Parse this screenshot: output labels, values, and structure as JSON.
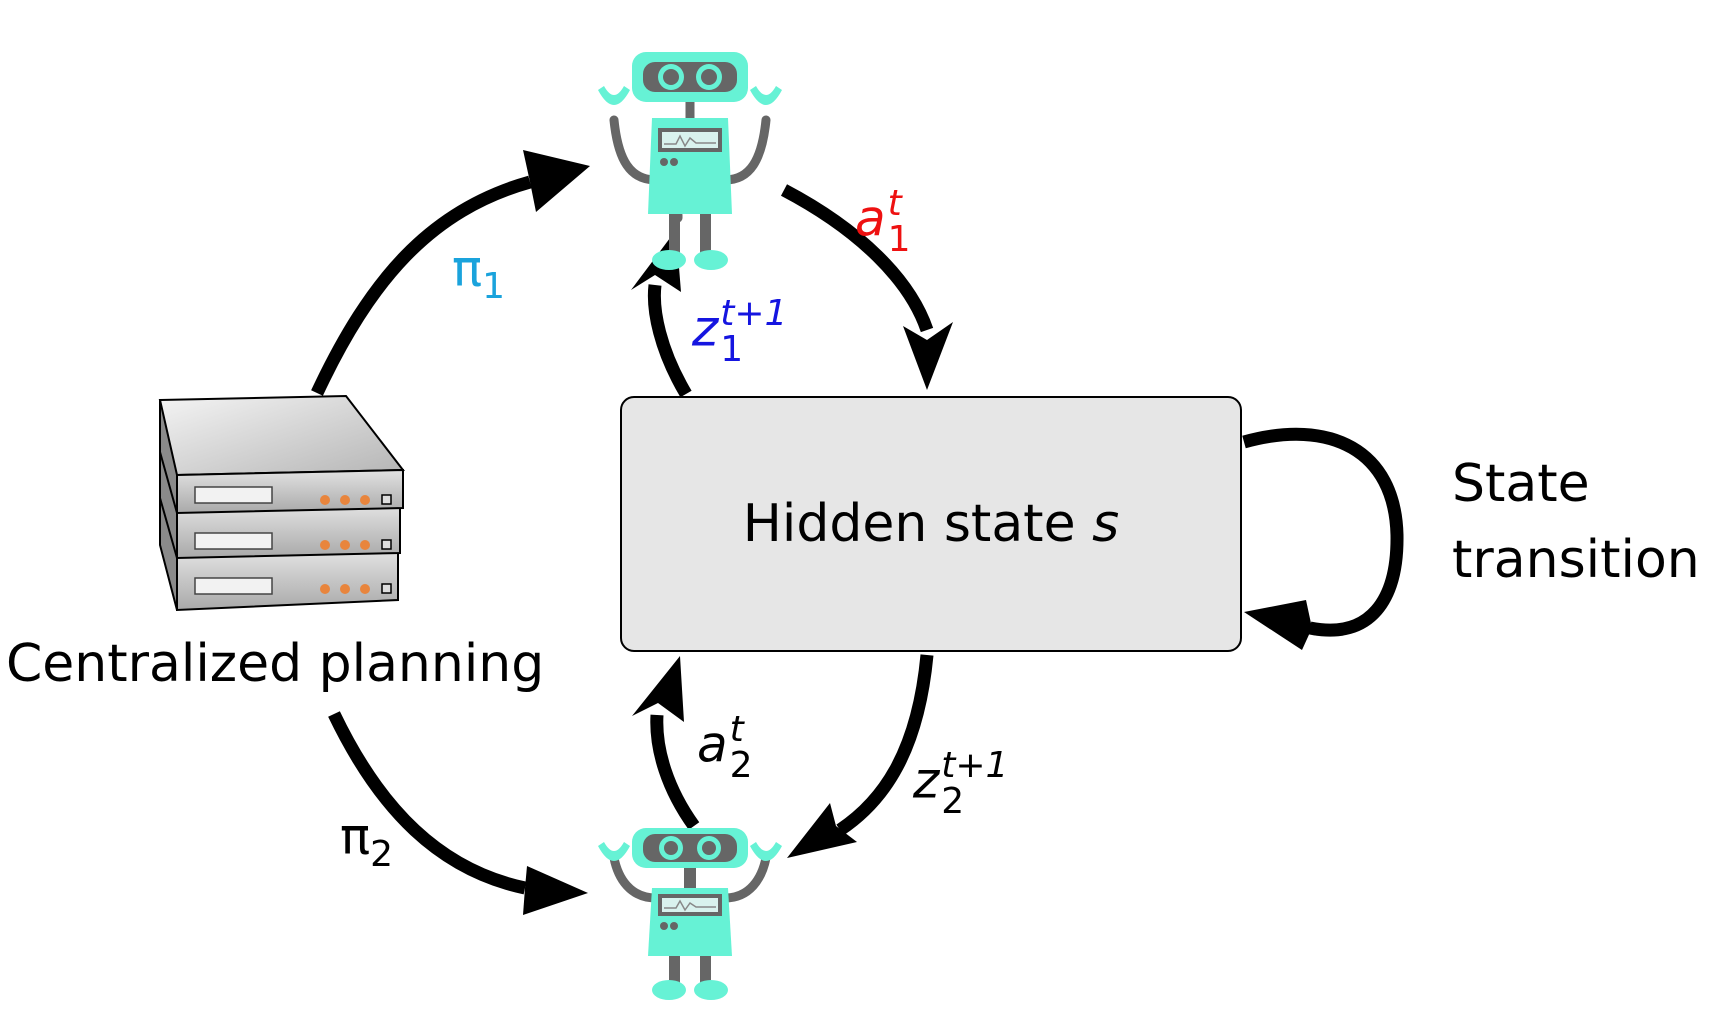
{
  "hidden_state": {
    "label": "Hidden state",
    "variable": "s"
  },
  "server": {
    "label": "Centralized planning"
  },
  "state_transition": {
    "line1": "State",
    "line2": "transition"
  },
  "edges": {
    "pi1": {
      "symbol": "π",
      "sub": "1",
      "color": "#1aa3dc"
    },
    "pi2": {
      "symbol": "π",
      "sub": "2",
      "color": "#000000"
    },
    "a1": {
      "symbol": "a",
      "sup": "t",
      "sub": "1",
      "color": "#ee1111"
    },
    "z1": {
      "symbol": "z",
      "sup": "t+1",
      "sub": "1",
      "color": "#1515e0"
    },
    "a2": {
      "symbol": "a",
      "sup": "t",
      "sub": "2",
      "color": "#000000"
    },
    "z2": {
      "symbol": "z",
      "sup": "t+1",
      "sub": "2",
      "color": "#000000"
    }
  },
  "colors": {
    "robot": "#66f2d5",
    "robot_dark": "#666666",
    "server_body": "#c8c8c8",
    "server_led": "#e8853d",
    "box_fill": "#e6e6e6"
  }
}
